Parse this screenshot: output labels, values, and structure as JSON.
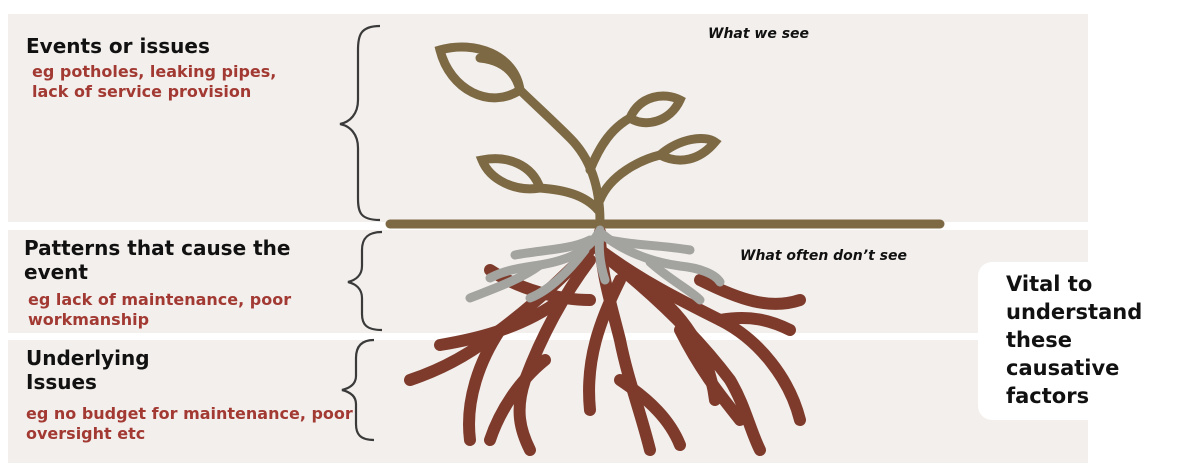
{
  "sections": [
    {
      "heading": "Events or issues",
      "example": "eg potholes, leaking pipes, lack of service provision"
    },
    {
      "heading": "Patterns that cause the event",
      "example": "eg lack of maintenance, poor workmanship"
    },
    {
      "heading": "Underlying Issues",
      "example": "eg no budget for maintenance, poor oversight etc"
    }
  ],
  "notes": {
    "above": "What we see",
    "below": "What often don’t see"
  },
  "side_callout": "Vital to understand these causative factors",
  "colors": {
    "band": "#f3efec",
    "example_text": "#a23a33",
    "plant": "#7d6a45",
    "shallow_roots": "#a3a39f",
    "deep_roots": "#7e3b2c"
  },
  "icons": [
    "plant-icon",
    "roots-icon",
    "curly-brace-icon"
  ]
}
